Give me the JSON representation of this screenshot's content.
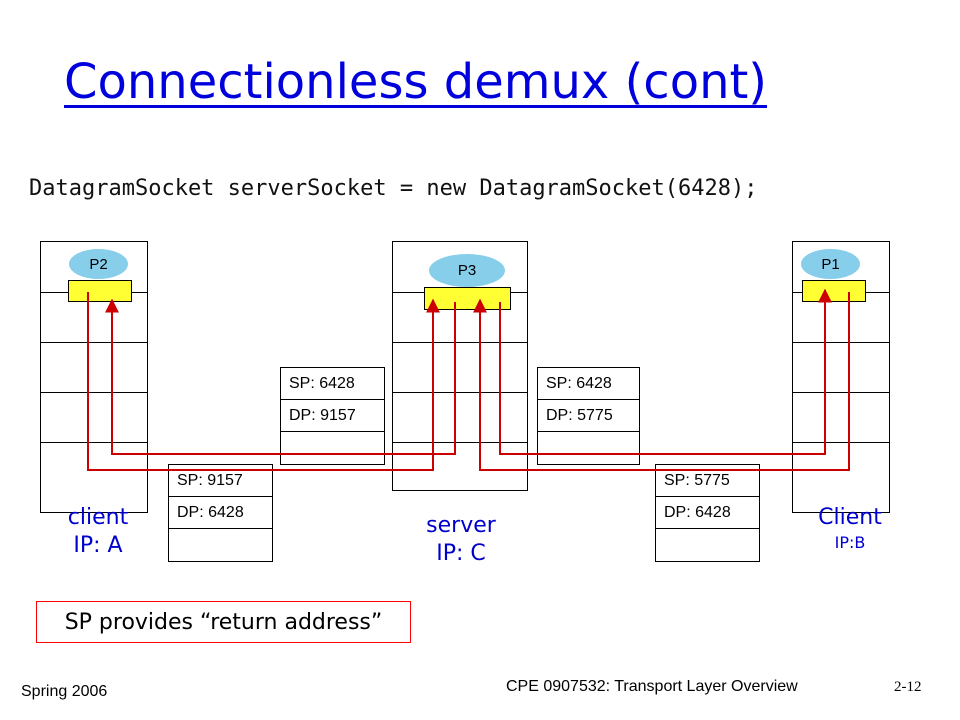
{
  "title": "Connectionless demux (cont)",
  "code_line": "DatagramSocket serverSocket = new DatagramSocket(6428);",
  "hosts": {
    "client_a": {
      "process": "P2",
      "label_line1": "client",
      "label_line2": "IP: A"
    },
    "server": {
      "process": "P3",
      "label_line1": "server",
      "label_line2": "IP: C"
    },
    "client_b": {
      "process": "P1",
      "label_line1": "Client",
      "label_line2": "IP:B"
    }
  },
  "segments": {
    "server_to_a": {
      "sp": "SP: 6428",
      "dp": "DP: 9157"
    },
    "server_to_b": {
      "sp": "SP: 6428",
      "dp": "DP: 5775"
    },
    "a_to_server": {
      "sp": "SP: 9157",
      "dp": "DP: 6428"
    },
    "b_to_server": {
      "sp": "SP: 5775",
      "dp": "DP: 6428"
    }
  },
  "note": "SP provides “return address”",
  "footer": {
    "season": "Spring 2006",
    "course": "CPE 0907532: Transport Layer Overview",
    "page": "2-12"
  },
  "colors": {
    "title": "#0000dd",
    "arrow": "#cc0000",
    "process_box": "#ffff33",
    "process_oval": "#87ceeb",
    "label": "#0000cc"
  }
}
